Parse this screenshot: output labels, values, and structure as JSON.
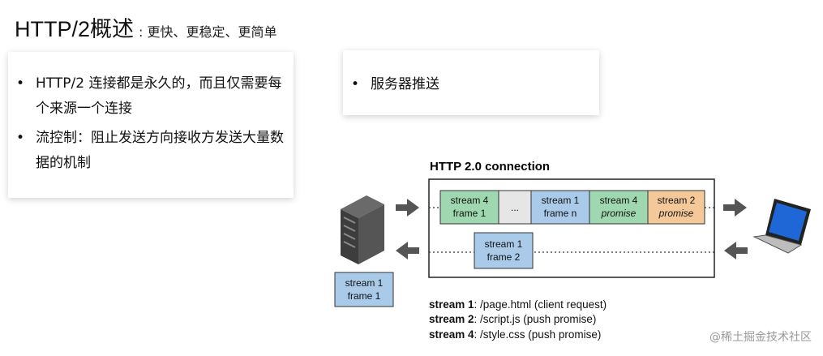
{
  "title": {
    "main": "HTTP/2概述",
    "sub": ": 更快、更稳定、更简单"
  },
  "left_card": {
    "bullets": [
      "HTTP/2 连接都是永久的，而且仅需要每个来源一个连接",
      "流控制：阻止发送方向接收方发送大量数据的机制"
    ]
  },
  "right_card": {
    "bullets": [
      "服务器推送"
    ]
  },
  "diagram": {
    "connection_title": "HTTP 2.0 connection",
    "top_row": [
      {
        "line1": "stream 4",
        "line2": "frame 1",
        "color": "#9fd8b0",
        "italic": false
      },
      {
        "line1": "...",
        "line2": "",
        "color": "#e6e6e6",
        "italic": false
      },
      {
        "line1": "stream 1",
        "line2": "frame n",
        "color": "#a9cbe9",
        "italic": false
      },
      {
        "line1": "stream 4",
        "line2": "promise",
        "color": "#9fd8b0",
        "italic": true
      },
      {
        "line1": "stream 2",
        "line2": "promise",
        "color": "#f5c89a",
        "italic": true
      }
    ],
    "bottom_frame": {
      "line1": "stream 1",
      "line2": "frame 2",
      "color": "#a9cbe9"
    },
    "server_frame": {
      "line1": "stream 1",
      "line2": "frame 1",
      "color": "#a9cbe9"
    },
    "legend": [
      {
        "label": "stream 1",
        "text": ": /page.html  (client request)"
      },
      {
        "label": "stream 2",
        "text": ": /script.js  (push promise)"
      },
      {
        "label": "stream 4",
        "text": ": /style.css  (push promise)"
      }
    ],
    "icons": [
      "server-icon",
      "laptop-icon",
      "arrow-right-icon",
      "arrow-left-icon"
    ]
  },
  "watermark": "@稀土掘金技术社区"
}
